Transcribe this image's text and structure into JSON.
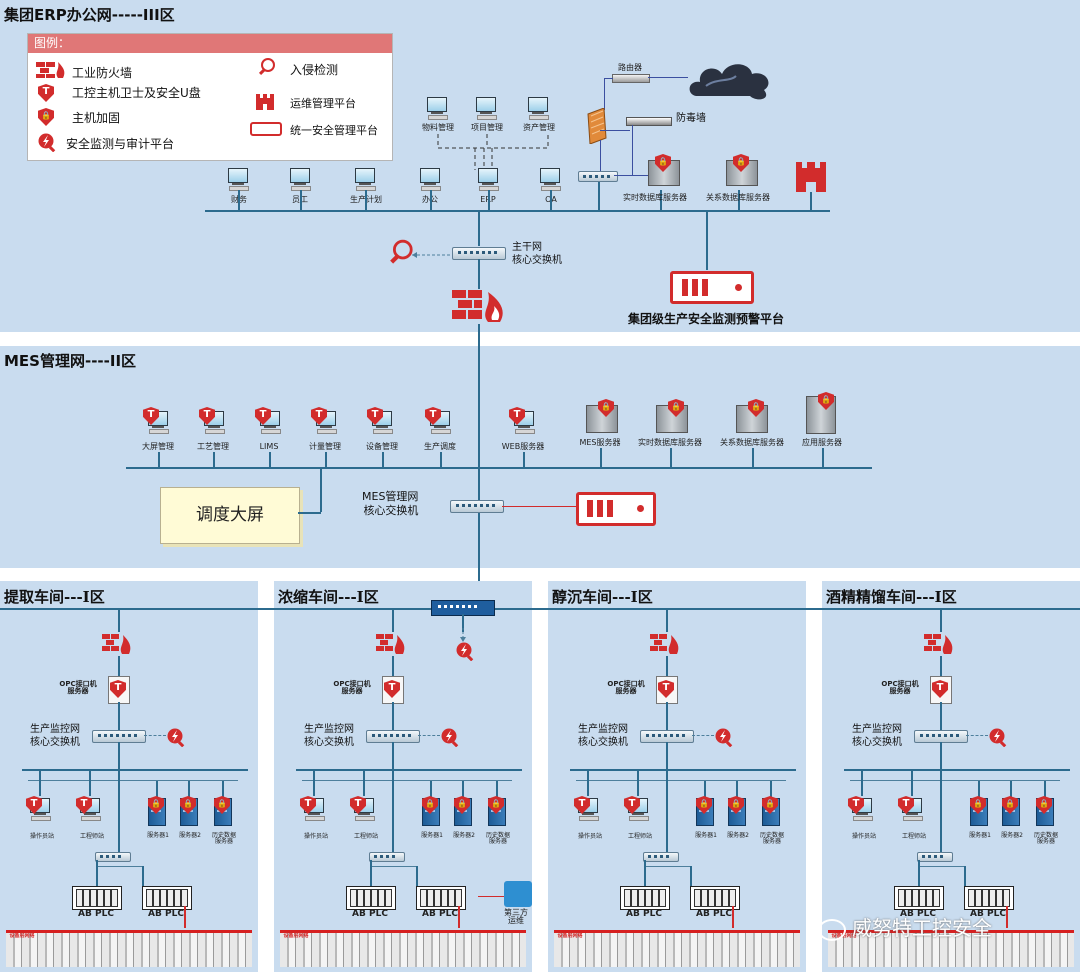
{
  "zones": {
    "erp_title": "集团ERP办公网-----III区",
    "mes_title": "MES管理网----II区",
    "workshops": [
      "提取车间---I区",
      "浓缩车间---I区",
      "醇沉车间---I区",
      "酒精精馏车间---I区"
    ]
  },
  "legend": {
    "title": "图例：",
    "items": [
      "工业防火墙",
      "工控主机卫士及安全U盘",
      "主机加固",
      "安全监测与审计平台",
      "入侵检测",
      "运维管理平台",
      "统一安全管理平台"
    ]
  },
  "erp": {
    "upper_pcs": [
      "物料管理",
      "项目管理",
      "资产管理"
    ],
    "lower_pcs": [
      "财务",
      "员工",
      "生产计划",
      "办公",
      "ERP",
      "OA"
    ],
    "router": "路由器",
    "antivirus": "防毒墙",
    "servers": [
      "实时数据库服务器",
      "关系数据库服务器"
    ],
    "core_switch": "主干网\n核心交换机",
    "platform": "集团级生产安全监测预警平台"
  },
  "mes": {
    "hosts": [
      "大屏管理",
      "工艺管理",
      "LIMS",
      "计量管理",
      "设备管理",
      "生产调度",
      "WEB服务器"
    ],
    "servers": [
      "MES服务器",
      "实时数据库服务器",
      "关系数据库服务器",
      "应用服务器"
    ],
    "core_switch": "MES管理网\n核心交换机",
    "display": "调度大屏"
  },
  "workshop_common": {
    "opc": "OPC接口机\n服务器",
    "switch": "生产监控网\n核心交换机",
    "plc": "AB PLC",
    "ops": "操作员站",
    "eng": "工程师站",
    "srv1": "服务器1",
    "srv2": "服务器2",
    "hist": "历史数据\n服务器",
    "line_label": "设备层网络"
  },
  "third_party": "第三方\n运维",
  "watermark": "威努特工控安全",
  "colors": {
    "zone": "#c9dcef",
    "accent": "#d22c2c",
    "line": "#2c6b8e"
  }
}
